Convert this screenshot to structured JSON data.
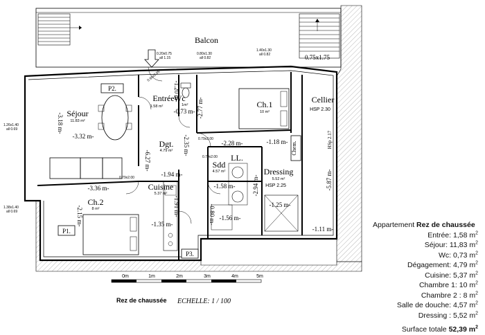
{
  "rooms": {
    "balcon": "Balcon",
    "sejour": "Séjour",
    "sejour_area": "11.83 m²",
    "entree": "Entrée",
    "entree_area": "1.58 m²",
    "wc": "Wc",
    "wc_area": "1m²",
    "ch1": "Ch.1",
    "ch1_area": "10 m²",
    "cellier": "Cellier",
    "cellier_hsp": "HSP 2.30",
    "chem": "Chem.",
    "dgt": "Dgt.",
    "dgt_area": "4.79 m²",
    "sdd": "Sdd",
    "sdd_area": "4.57 m²",
    "ll": "LL.",
    "dressing": "Dressing",
    "dressing_area": "5.52 m²",
    "dressing_hsp": "HSP 2.25",
    "cuisine": "Cuisine",
    "cuisine_area": "5.37 m²",
    "ch2": "Ch.2",
    "ch2_area": "8 m²",
    "p1": "P1.",
    "p2": "P2.",
    "p3": "P3."
  },
  "dimensions": {
    "sejour_w": "-3.32 m-",
    "sejour_h": "-3.18 m-",
    "wc_v": "-1.20 m-",
    "wc_h": "-0.73 m-",
    "ch1_v": "-2.77 m-",
    "cellier_top": "0.75x1.75",
    "hsp_217": "HSp 2.17",
    "cellier_v": "-5.87 m-",
    "cellier_bottom": "-1.11 m-",
    "dgt_v": "-2.35 m-",
    "dgt_h": "-1.94 m-",
    "ch1_bottom": "-2.28 m-",
    "chem_h": "-1.18 m-",
    "ch2_w": "-3.36 m-",
    "ch2_h": "-2.15 m-",
    "sejour_left_v": "-6.27 m-",
    "cuisine_v": "-1.91 m-",
    "cuisine_bottom": "-1.35 m-",
    "sdd_w": "-1.58 m-",
    "sdd_v": "-0.80 m-",
    "sdd_bottom": "-1.56 m-",
    "dressing_v": "-2.94 m-",
    "dressing_bottom": "-1.25 m-"
  },
  "openings": {
    "w_left_top": "1.26x1.40",
    "w_left_top_b": "all 0.69",
    "w_left_bot": "1.38x1.40",
    "w_left_bot_b": "all 0.69",
    "w_top_1": "0.20x0.75",
    "w_top_1b": "all 1.15",
    "w_top_2": "0.80x1.30",
    "w_top_2b": "all 0.82",
    "w_top_3": "1.40x1.30",
    "w_top_3b": "all 0.82",
    "door_entry": "0.90x2.05",
    "door_a": "0.79x2.00",
    "door_b": "0.79x2.00",
    "door_c": "0.79x2.00"
  },
  "scale": {
    "ticks": [
      "0m",
      "1m",
      "2m",
      "3m",
      "4m",
      "5m"
    ],
    "level": "Rez de chaussée",
    "echelle": "ECHELLE: 1 / 100"
  },
  "summary": {
    "title_prefix": "Appartement",
    "title_bold": "Rez de chaussée",
    "items": [
      {
        "label": "Entrée",
        "value": "1,58 m"
      },
      {
        "label": "Séjour",
        "value": "11,83 m"
      },
      {
        "label": "Wc",
        "value": "0,73 m"
      },
      {
        "label": "Dégagement",
        "value": "4,79 m"
      },
      {
        "label": "Cuisine",
        "value": "5,37 m"
      },
      {
        "label": "Chambre 1",
        "value": "10 m"
      },
      {
        "label": "Chambre 2 ",
        "value": " 8 m"
      },
      {
        "label": "Salle de douche",
        "value": "4,57 m"
      },
      {
        "label": "Dressing ",
        "value": " 5,52 m"
      }
    ],
    "total_label": "Surface totale",
    "total_value": "52,39 m"
  }
}
